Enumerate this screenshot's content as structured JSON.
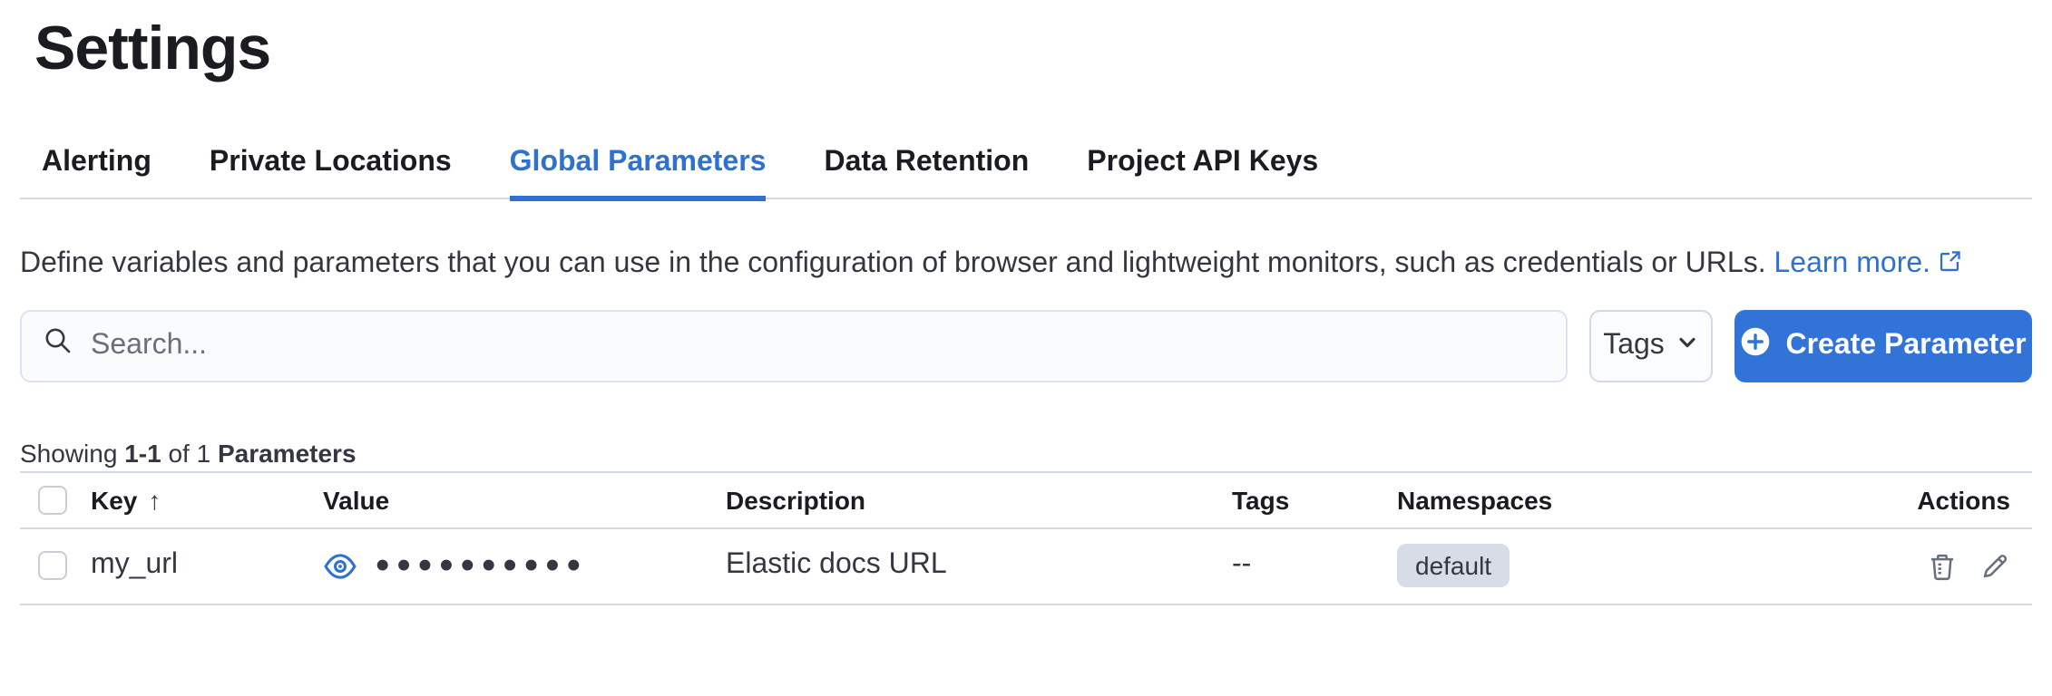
{
  "page": {
    "title": "Settings"
  },
  "tabs": [
    {
      "label": "Alerting",
      "active": false
    },
    {
      "label": "Private Locations",
      "active": false
    },
    {
      "label": "Global Parameters",
      "active": true
    },
    {
      "label": "Data Retention",
      "active": false
    },
    {
      "label": "Project API Keys",
      "active": false
    }
  ],
  "description": {
    "text": "Define variables and parameters that you can use in the configuration of browser and lightweight monitors, such as credentials or URLs.",
    "link_label": "Learn more.",
    "link_icon": "external-link-icon"
  },
  "toolbar": {
    "search_placeholder": "Search...",
    "search_icon": "magnifier-icon",
    "tags_button_label": "Tags",
    "tags_button_icon": "chevron-down-icon",
    "create_button_label": "Create Parameter",
    "create_button_icon": "plus-in-circle-icon"
  },
  "summary": {
    "showing_label": "Showing",
    "range": "1-1",
    "of_label": "of",
    "total": "1",
    "entity": "Parameters"
  },
  "table": {
    "columns": {
      "key": "Key",
      "value": "Value",
      "description": "Description",
      "tags": "Tags",
      "namespaces": "Namespaces",
      "actions": "Actions"
    },
    "sort": {
      "column": "Key",
      "direction": "ascending",
      "glyph": "↑"
    },
    "rows": [
      {
        "key": "my_url",
        "value_masked": "••••••••••",
        "value_icon": "eye-icon",
        "description": "Elastic docs URL",
        "tags": "--",
        "namespace_badge": "default",
        "actions": [
          "delete",
          "edit"
        ]
      }
    ]
  },
  "colors": {
    "accent": "#2F71D3",
    "heading_text": "#1A1C21",
    "body_text": "#343741",
    "subdued_icon": "#69707D",
    "border": "#D3DAE6",
    "badge_bg": "#D8DCE7"
  }
}
